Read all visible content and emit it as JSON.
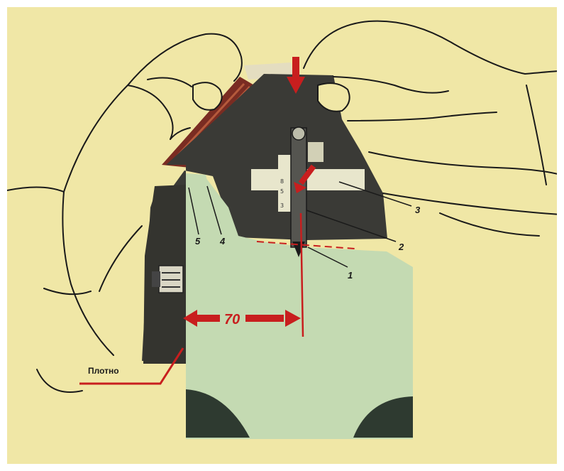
{
  "colors": {
    "paper": "#f0e7a6",
    "paper_border": "#ffffff",
    "machine_body": "#3a3a36",
    "fabric_light": "#c4dab2",
    "fabric_dark": "#2e3a30",
    "accent_red": "#c81e1e",
    "ink": "#1a1a1a",
    "ribbed_pad": "#7a2c22",
    "gauge_plate": "#e8e6cc"
  },
  "labels": {
    "dimension": "70",
    "side_note": "Плотно",
    "callout_1": "1",
    "callout_2": "2",
    "callout_3": "3",
    "callout_4": "4",
    "callout_5": "5"
  },
  "gauge_marks": [
    "8",
    "5",
    "3"
  ],
  "icons": {
    "press_arrow": "arrow-down-icon",
    "needle_arrow": "arrow-down-right-icon",
    "dimension_arrow": "double-arrow-icon",
    "pointer_line": "pointer-line-icon"
  }
}
